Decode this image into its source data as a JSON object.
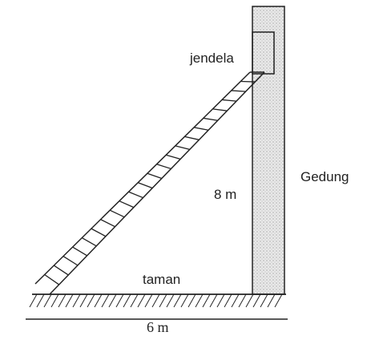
{
  "labels": {
    "window": "jendela",
    "height": "8 m",
    "building": "Gedung",
    "garden": "taman",
    "base": "6 m"
  },
  "colors": {
    "ink": "#222222",
    "building_fill": "#e7e7e7",
    "building_stipple": "#9a9a9a"
  }
}
